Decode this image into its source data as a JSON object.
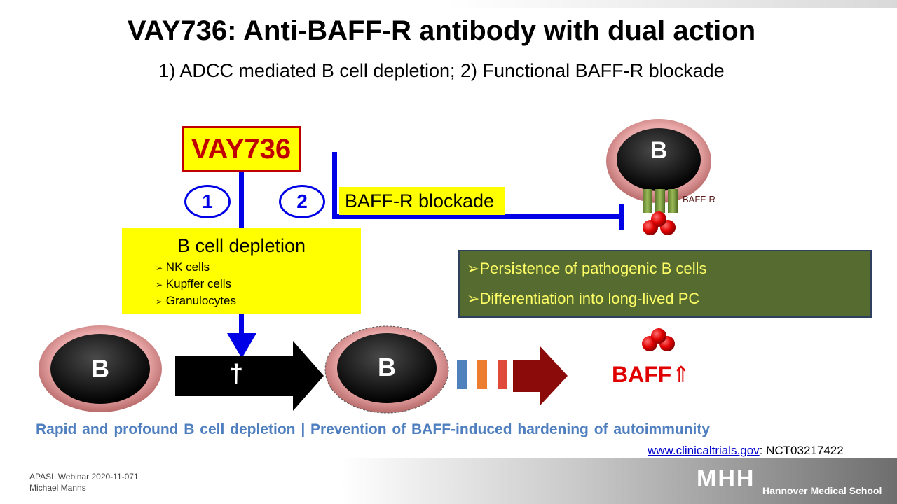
{
  "title": "VAY736: Anti-BAFF-R antibody with dual action",
  "subtitle": "1) ADCC mediated B cell depletion; 2) Functional BAFF-R blockade",
  "drug_label": "VAY736",
  "step1": "1",
  "step2": "2",
  "depletion": {
    "title": "B cell depletion",
    "items": [
      "NK cells",
      "Kupffer cells",
      "Granulocytes"
    ],
    "bullet": "➢"
  },
  "blockade_label": "BAFF-R blockade",
  "cell_label": "B",
  "receptor_label": "BAFF-R",
  "death_symbol": "†",
  "consequences": [
    "Persistence of pathogenic B cells",
    "Differentiation into long-lived PC"
  ],
  "consequence_bullet": "➢",
  "baff_label": "BAFF",
  "baff_arrow": "⇑",
  "caption": "Rapid and profound  B cell depletion   |   Prevention of BAFF-induced  hardening of autoimmunity",
  "reference": {
    "link": "www.clinicaltrials.gov",
    "suffix": ": NCT03217422"
  },
  "footer": {
    "line1": "APASL Webinar 2020-11-071",
    "line2": "Michael Manns"
  },
  "logo": {
    "mark": "MHH",
    "name": "Hannover Medical School"
  },
  "colors": {
    "accent_blue": "#0000e6",
    "highlight_yellow": "#ffff00",
    "drug_red": "#c00000",
    "caption_blue": "#4f7fbf",
    "green_box": "#556b2f"
  }
}
